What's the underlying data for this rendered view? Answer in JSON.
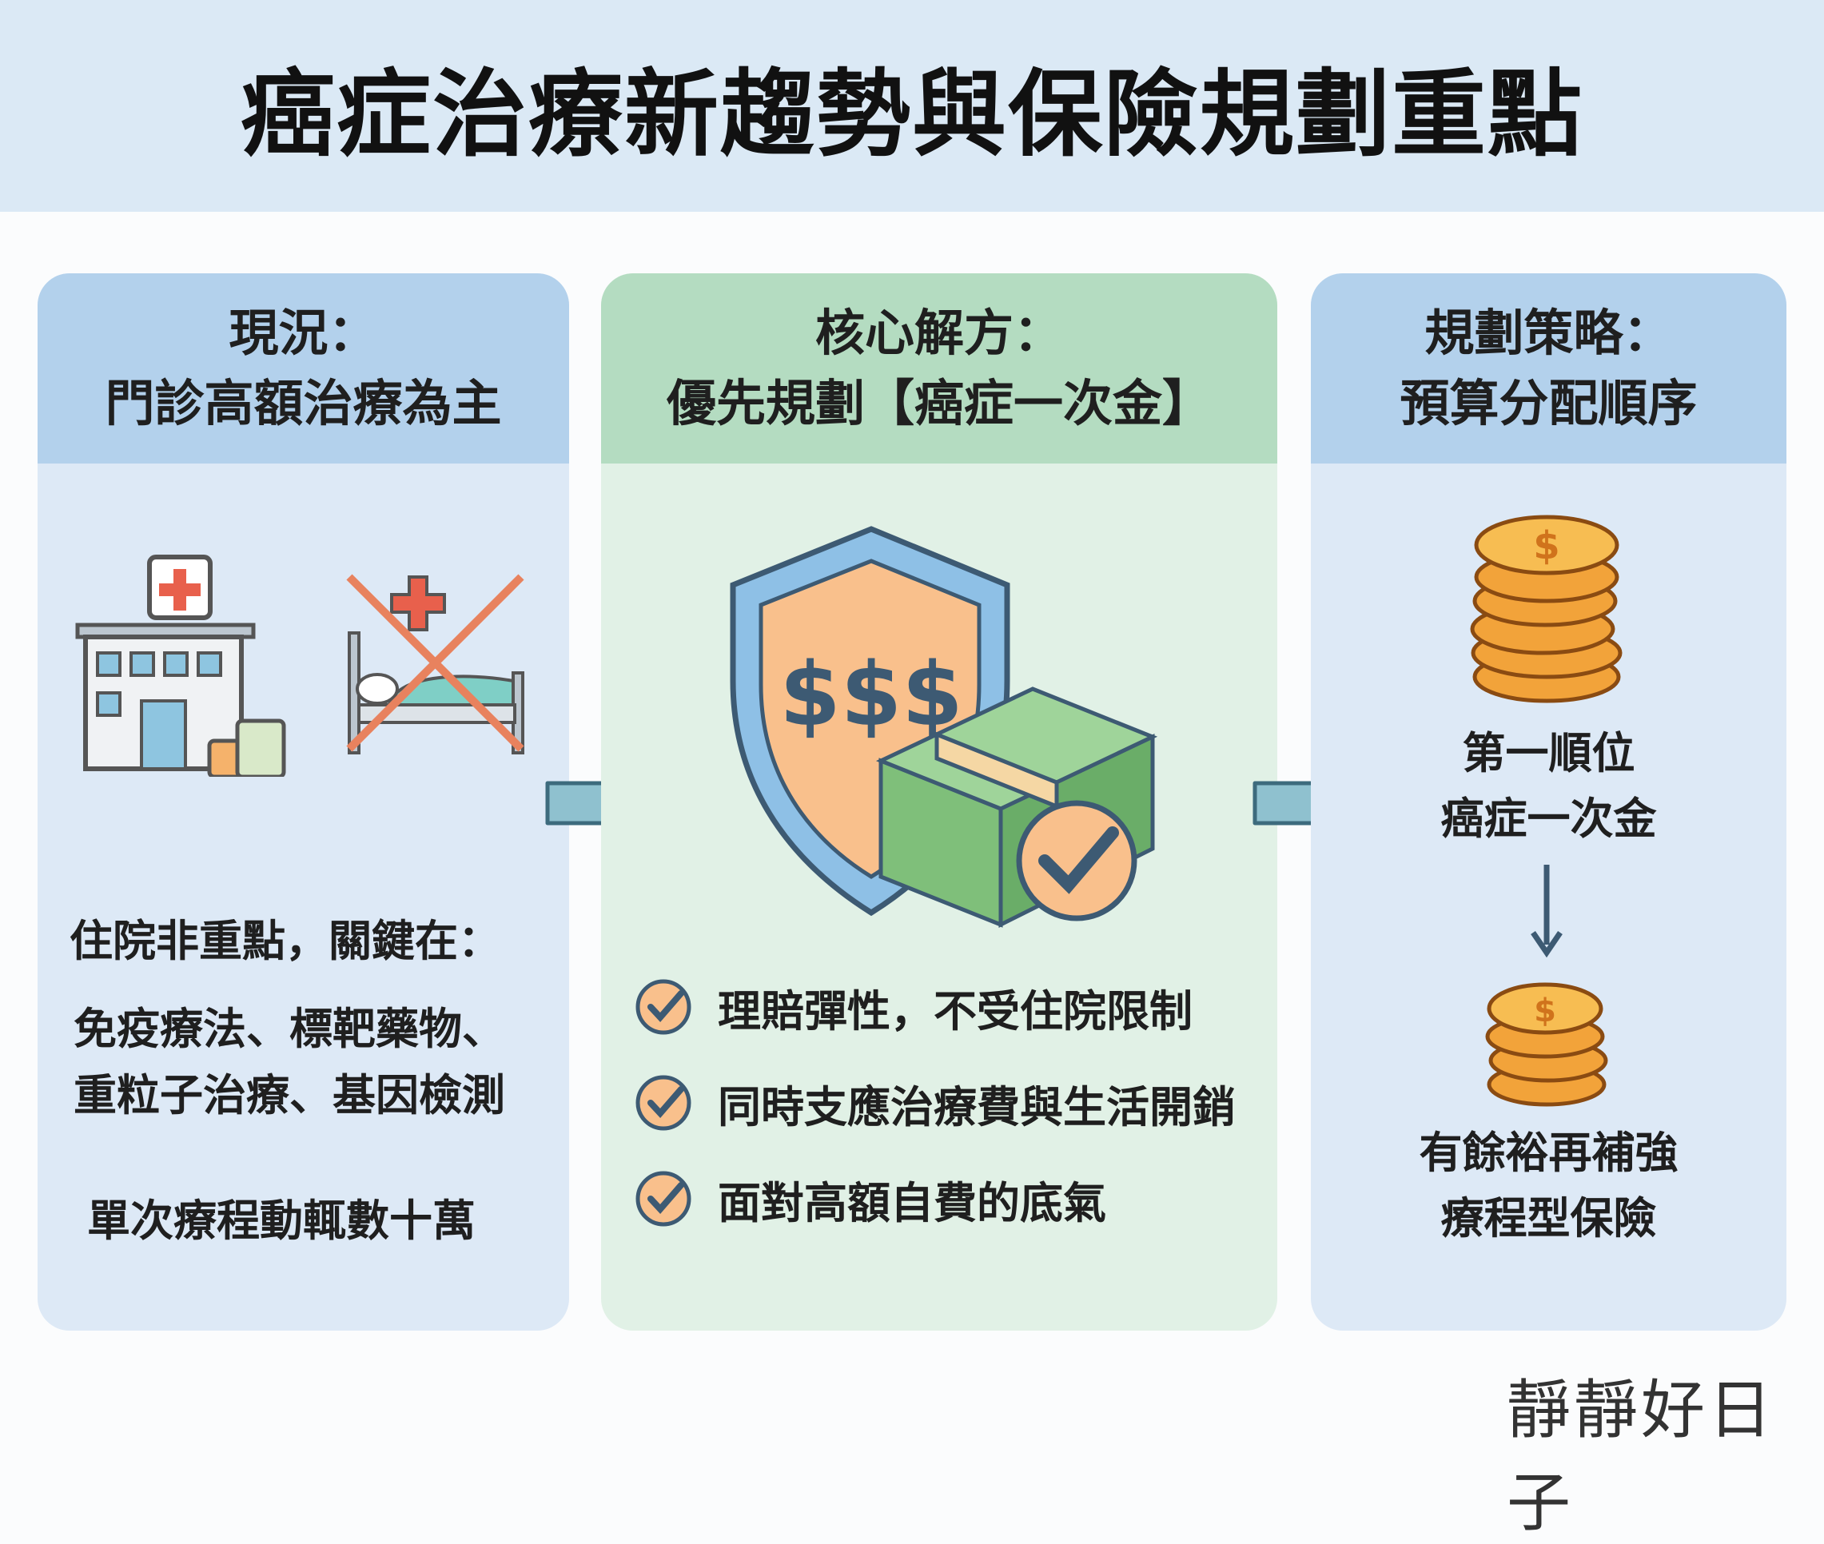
{
  "title": "癌症治療新趨勢與保險規劃重點",
  "panels": {
    "current": {
      "heading_line1": "現況：",
      "heading_line2": "門診高額治療為主",
      "point_heading": "住院非重點，關鍵在：",
      "point_line1": "免疫療法、標靶藥物、",
      "point_line2": "重粒子治療、基因檢測",
      "cost_note": "單次療程動輒數十萬"
    },
    "solution": {
      "heading_line1": "核心解方：",
      "heading_line2": "優先規劃【癌症一次金】",
      "shield_text": "$$$",
      "benefits": [
        "理賠彈性，不受住院限制",
        "同時支應治療費與生活開銷",
        "面對高額自費的底氣"
      ]
    },
    "strategy": {
      "heading_line1": "規劃策略：",
      "heading_line2": "預算分配順序",
      "first_line1": "第一順位",
      "first_line2": "癌症一次金",
      "second_line1": "有餘裕再補強",
      "second_line2": "療程型保險",
      "coin_symbol": "$"
    }
  },
  "signature": "靜靜好日子",
  "colors": {
    "blue_panel": "#dde9f6",
    "green_panel": "#e1f1e6",
    "coin": "#f2a33a",
    "check": "#f5c08c",
    "arrow": "#8fc1cf"
  }
}
